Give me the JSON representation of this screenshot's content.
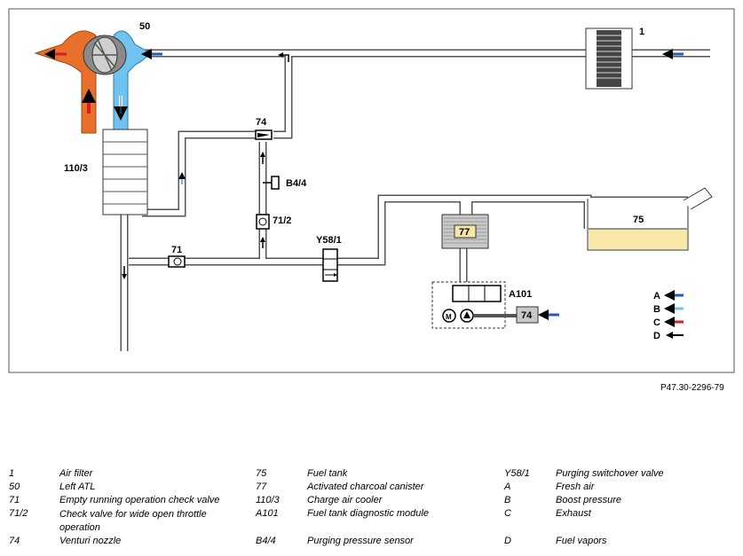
{
  "diagram": {
    "labels": {
      "atl": "50",
      "air_filter": "1",
      "venturi": "74",
      "sensor": "B4/4",
      "cooler": "110/3",
      "check_wot": "71/2",
      "check_idle": "71",
      "switch_valve": "Y58/1",
      "canister": "77",
      "tank": "75",
      "module": "A101",
      "module_port": "74"
    },
    "flow_legend": [
      {
        "letter": "A",
        "color": "#1f5fb4"
      },
      {
        "letter": "B",
        "color": "#6fc3ee"
      },
      {
        "letter": "C",
        "color": "#d61f1f"
      },
      {
        "letter": "D",
        "color": "#000000"
      }
    ],
    "colors": {
      "exhaust": "#e8702a",
      "fresh": "#4aa8e0",
      "fuel": "#f7e8a8",
      "canister": "#c9c9c9"
    }
  },
  "reference": "P47.30-2296-79",
  "legend": [
    {
      "code": "1",
      "desc": "Air filter"
    },
    {
      "code": "50",
      "desc": "Left ATL"
    },
    {
      "code": "71",
      "desc": "Empty running operation check valve"
    },
    {
      "code": "71/2",
      "desc": "Check valve for wide open throttle operation"
    },
    {
      "code": "74",
      "desc": "Venturi nozzle"
    },
    {
      "code": "75",
      "desc": "Fuel tank"
    },
    {
      "code": "77",
      "desc": "Activated charcoal canister"
    },
    {
      "code": "110/3",
      "desc": "Charge air cooler"
    },
    {
      "code": "A101",
      "desc": "Fuel tank diagnostic module"
    },
    {
      "code": "B4/4",
      "desc": "Purging pressure sensor"
    },
    {
      "code": "Y58/1",
      "desc": "Purging switchover valve"
    },
    {
      "code": "A",
      "desc": "Fresh air"
    },
    {
      "code": "B",
      "desc": "Boost pressure"
    },
    {
      "code": "C",
      "desc": "Exhaust"
    },
    {
      "code": "D",
      "desc": "Fuel vapors"
    }
  ]
}
